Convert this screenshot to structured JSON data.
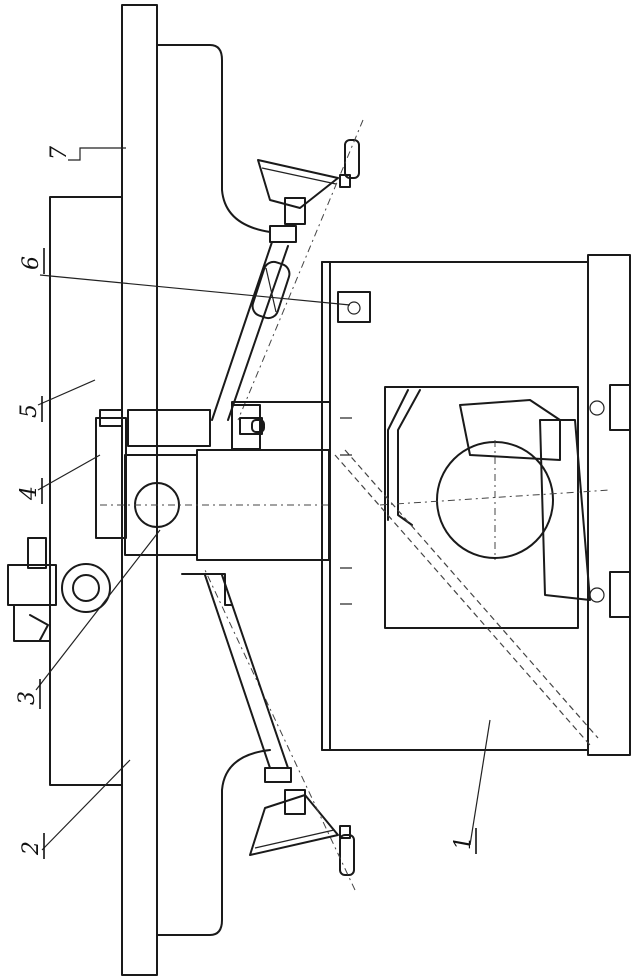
{
  "callouts": [
    {
      "id": "part-1",
      "text": "1"
    },
    {
      "id": "part-2",
      "text": "2"
    },
    {
      "id": "part-3",
      "text": "3"
    },
    {
      "id": "part-4",
      "text": "4"
    },
    {
      "id": "part-5",
      "text": "5"
    },
    {
      "id": "part-6",
      "text": "6"
    },
    {
      "id": "part-7",
      "text": "7"
    }
  ],
  "colors": {
    "ink": "#1a1a1a",
    "paper": "#ffffff"
  }
}
